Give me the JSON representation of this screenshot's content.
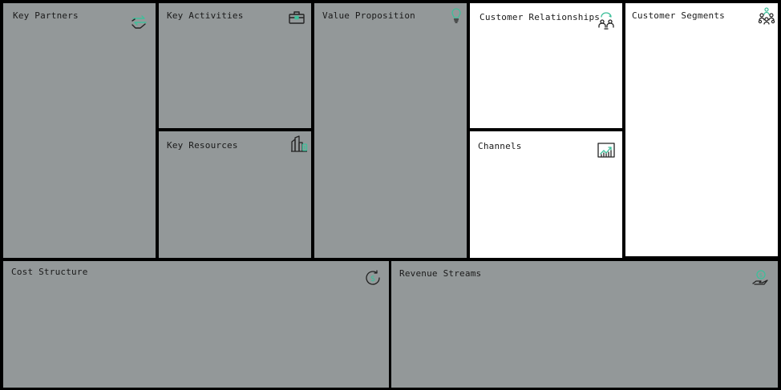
{
  "canvas": {
    "blocks": {
      "key_partners": {
        "title": "Key Partners",
        "icon": "handshake-exchange-icon"
      },
      "key_activities": {
        "title": "Key Activities",
        "icon": "toolbox-icon"
      },
      "key_resources": {
        "title": "Key Resources",
        "icon": "buildings-icon"
      },
      "value_proposition": {
        "title": "Value Proposition",
        "icon": "lightbulb-icon"
      },
      "customer_relationships": {
        "title": "Customer Relationships",
        "icon": "people-cycle-icon"
      },
      "channels": {
        "title": "Channels",
        "icon": "growth-chart-icon"
      },
      "customer_segments": {
        "title": "Customer Segments",
        "icon": "people-group-icon"
      },
      "cost_structure": {
        "title": "Cost Structure",
        "icon": "dollar-cycle-icon"
      },
      "revenue_streams": {
        "title": "Revenue Streams",
        "icon": "hand-money-icon"
      }
    }
  },
  "colors": {
    "accent": "#3dbf9a",
    "grey_fill": "#939899",
    "white_fill": "#ffffff",
    "border": "#000000"
  }
}
